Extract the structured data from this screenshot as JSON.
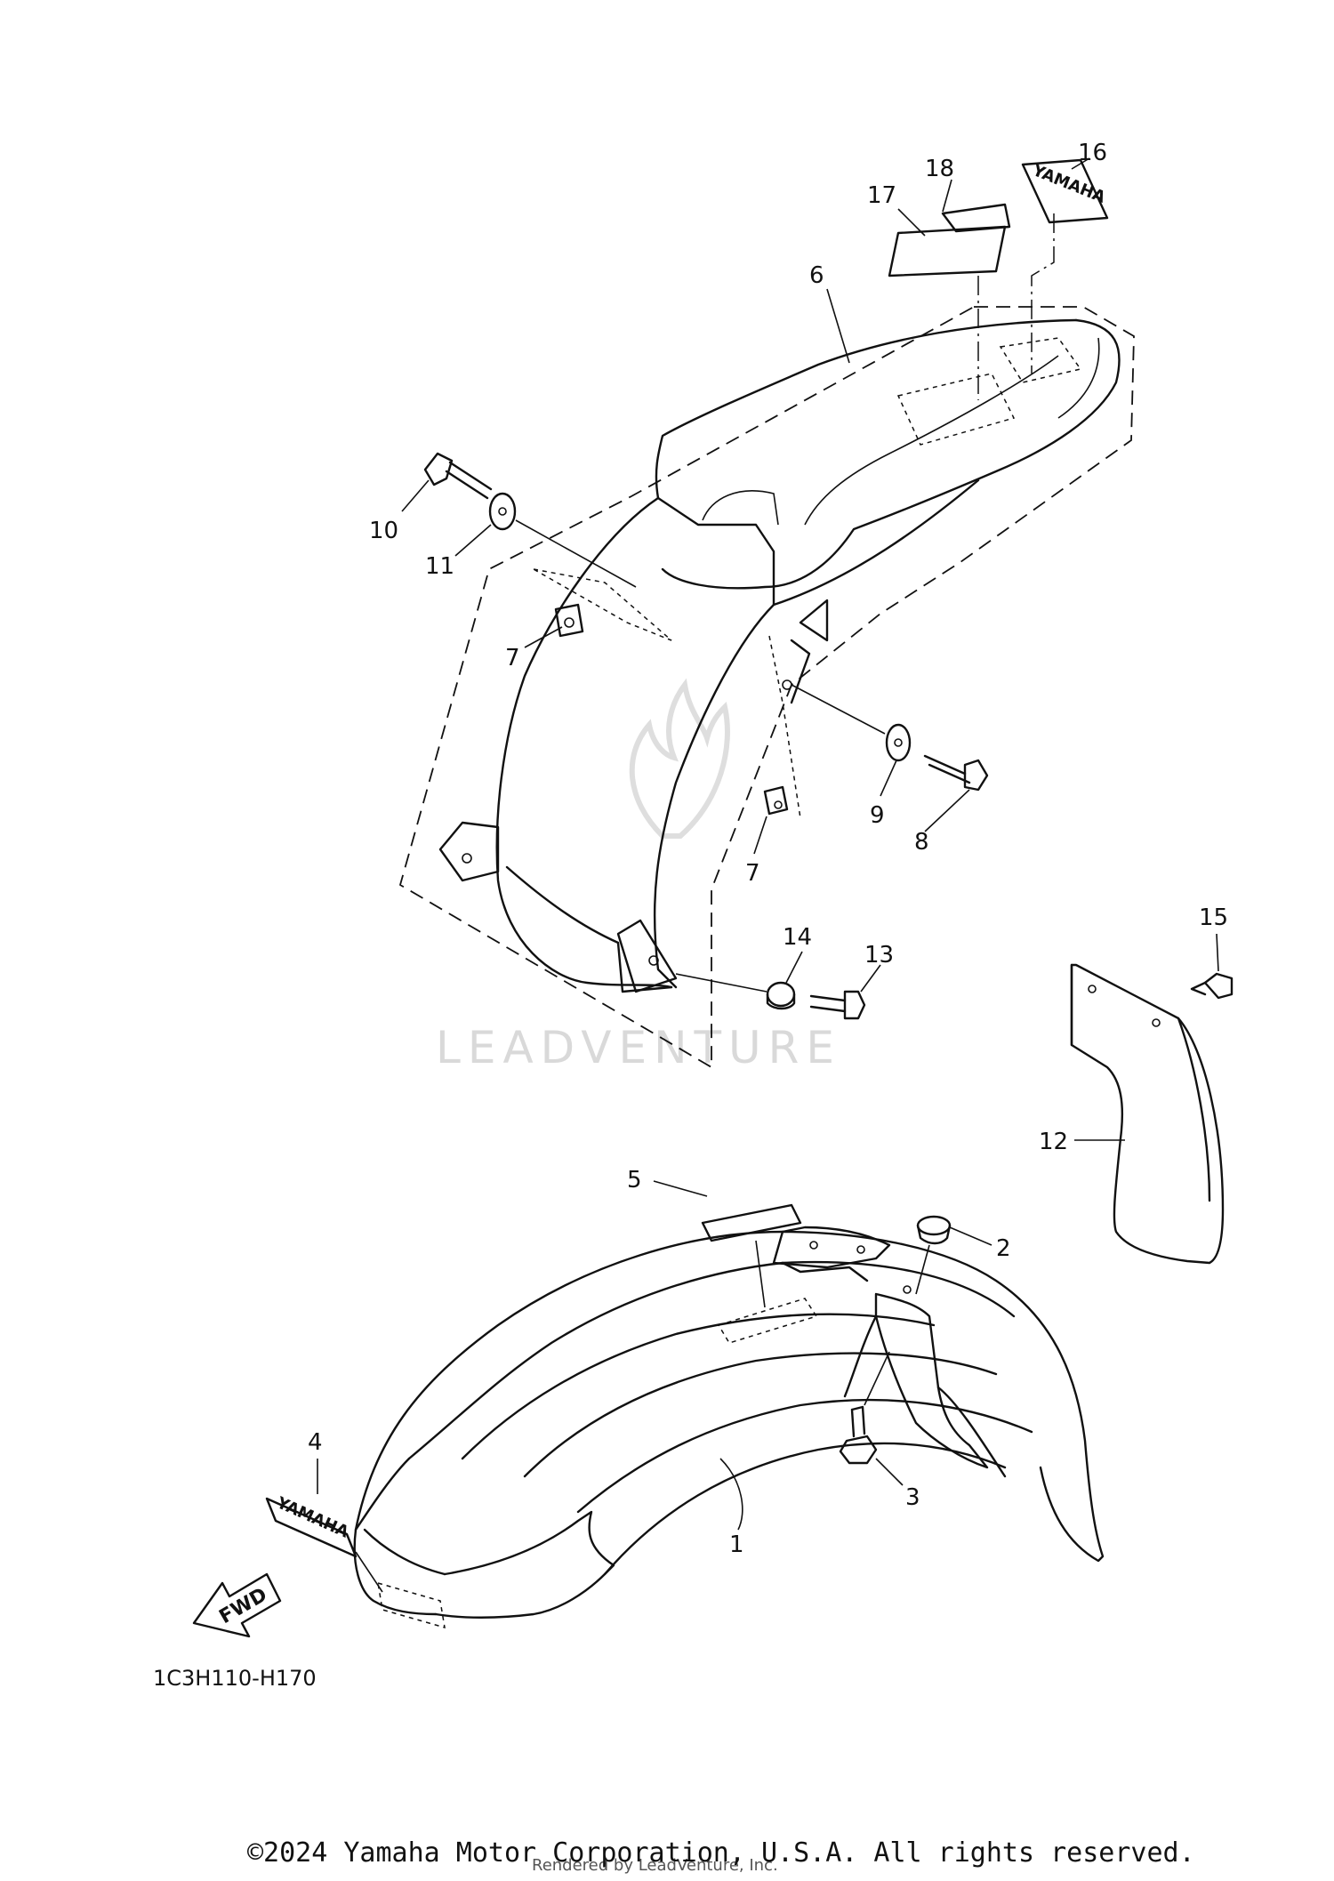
{
  "callouts": {
    "c1": "1",
    "c2": "2",
    "c3": "3",
    "c4": "4",
    "c5": "5",
    "c6": "6",
    "c7a": "7",
    "c7b": "7",
    "c8": "8",
    "c9": "9",
    "c10": "10",
    "c11": "11",
    "c12": "12",
    "c13": "13",
    "c14": "14",
    "c15": "15",
    "c16": "16",
    "c17": "17",
    "c18": "18"
  },
  "decals": {
    "brand_front": "YAMAHA",
    "brand_rear": "YAMAHA",
    "direction": "FWD"
  },
  "diagram_code": "1C3H110-H170",
  "watermark": "LEADVENTURE",
  "copyright": "©2024 Yamaha Motor Corporation, U.S.A. All rights reserved.",
  "rendered_by": "Rendered by LeadVenture, Inc."
}
